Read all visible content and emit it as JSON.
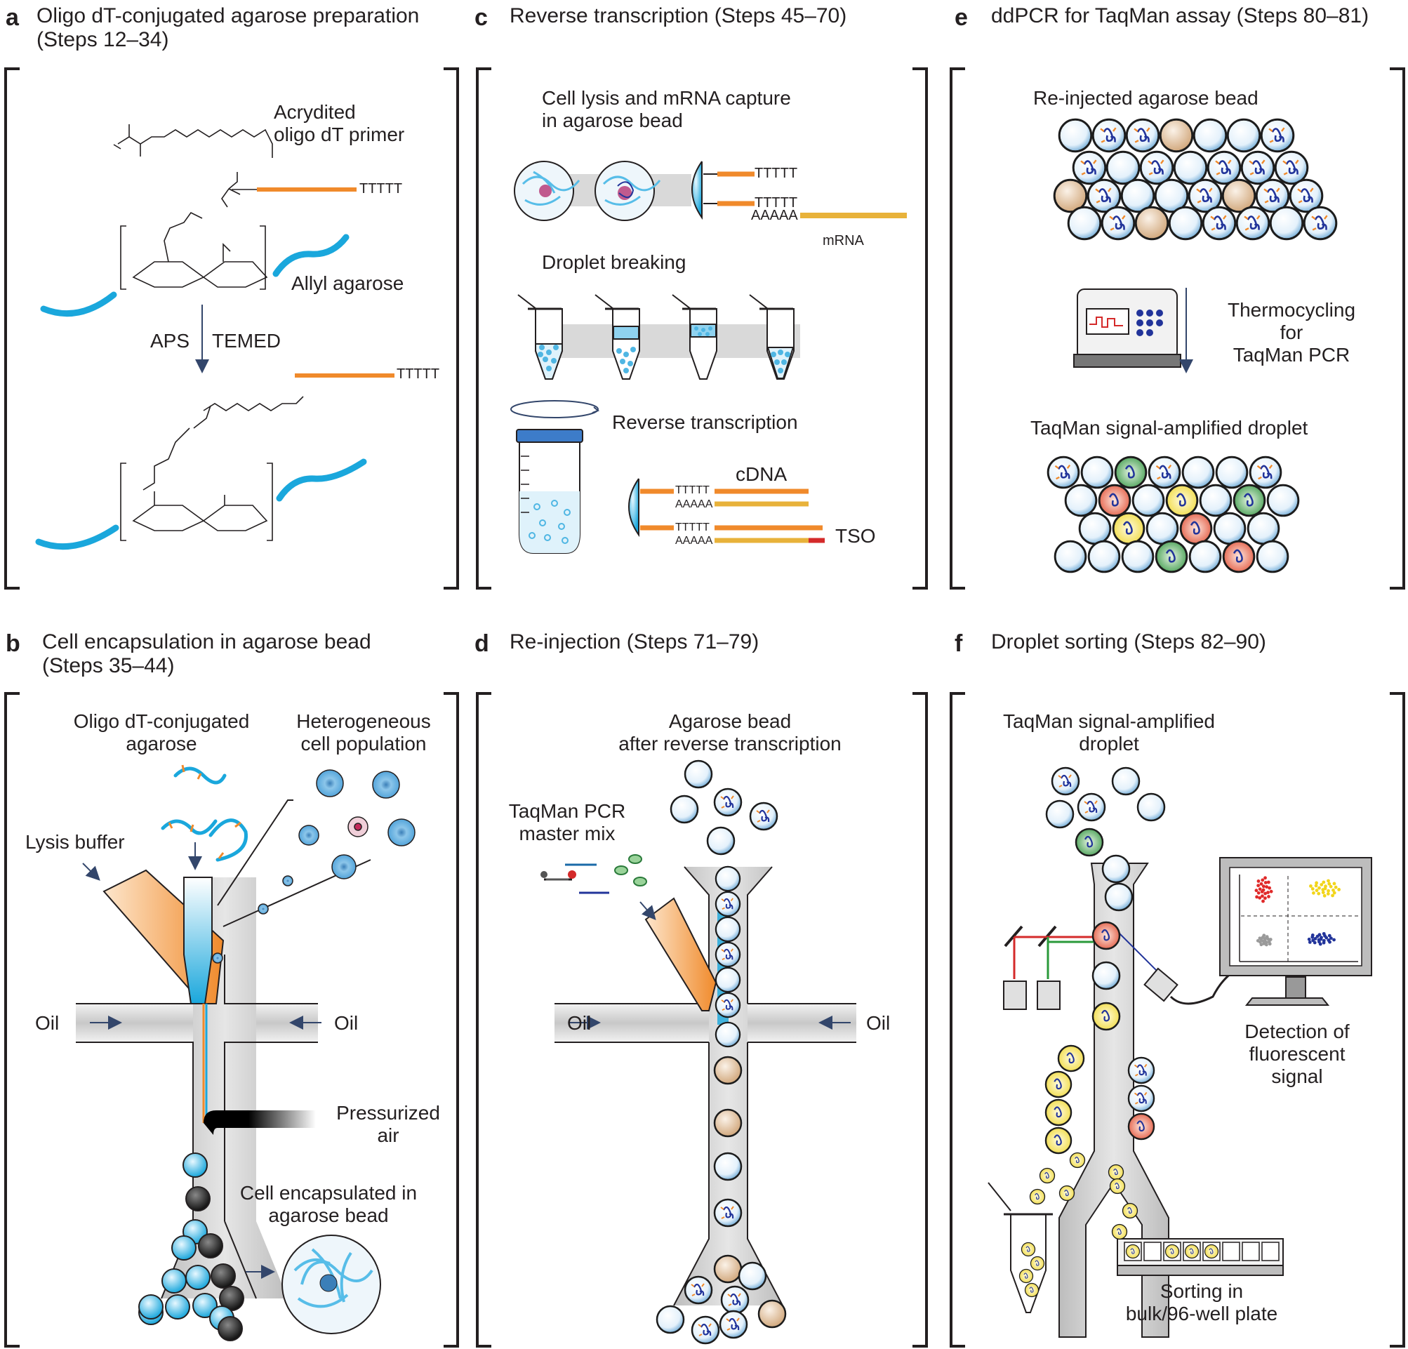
{
  "panels": {
    "a": {
      "letter": "a",
      "title": "Oligo dT-conjugated agarose preparation\n(Steps 12–34)",
      "acrydited": "Acrydited\noligo dT primer",
      "allyl": "Allyl agarose",
      "aps": "APS",
      "temed": "TEMED",
      "poly_t": "TTTTT"
    },
    "b": {
      "letter": "b",
      "title": "Cell encapsulation in agarose bead\n(Steps 35–44)",
      "oligo": "Oligo dT-conjugated\nagarose",
      "hetero": "Heterogeneous\ncell population",
      "lysis": "Lysis buffer",
      "oil_left": "Oil",
      "oil_right": "Oil",
      "air": "Pressurized\nair",
      "encap": "Cell encapsulated in\nagarose bead"
    },
    "c": {
      "letter": "c",
      "title": "Reverse transcription (Steps 45–70)",
      "lysis_capture": "Cell lysis and mRNA capture\nin agarose bead",
      "poly_t": "TTTTT",
      "poly_a": "AAAAA",
      "mrna": "mRNA",
      "breaking": "Droplet breaking",
      "rt": "Reverse transcription",
      "cdna": "cDNA",
      "tso": "TSO"
    },
    "d": {
      "letter": "d",
      "title": "Re-injection (Steps 71–79)",
      "bead_after": "Agarose bead\nafter reverse transcription",
      "master_mix": "TaqMan PCR\nmaster mix",
      "oil_left": "Oil",
      "oil_right": "Oil"
    },
    "e": {
      "letter": "e",
      "title": "ddPCR for TaqMan assay (Steps 80–81)",
      "reinjected": "Re-injected agarose bead",
      "thermo": "Thermocycling for\nTaqMan PCR",
      "amplified": "TaqMan signal-amplified droplet"
    },
    "f": {
      "letter": "f",
      "title": "Droplet sorting (Steps 82–90)",
      "amplified": "TaqMan signal-amplified\ndroplet",
      "detection": "Detection of\nfluorescent signal",
      "sorting": "Sorting in\nbulk/96-well plate"
    }
  },
  "colors": {
    "agarose_blue": "#1aa7dc",
    "primer_orange": "#f08a2b",
    "mrna_gold": "#e8b23a",
    "channel_grey": "#d9d9d9",
    "bracket": "#231f20",
    "droplet_green": "#3c9a4a",
    "droplet_red": "#e2543a",
    "droplet_yellow": "#f2e24a",
    "droplet_tan": "#d9b996",
    "cell_blue": "#5aaee0"
  }
}
